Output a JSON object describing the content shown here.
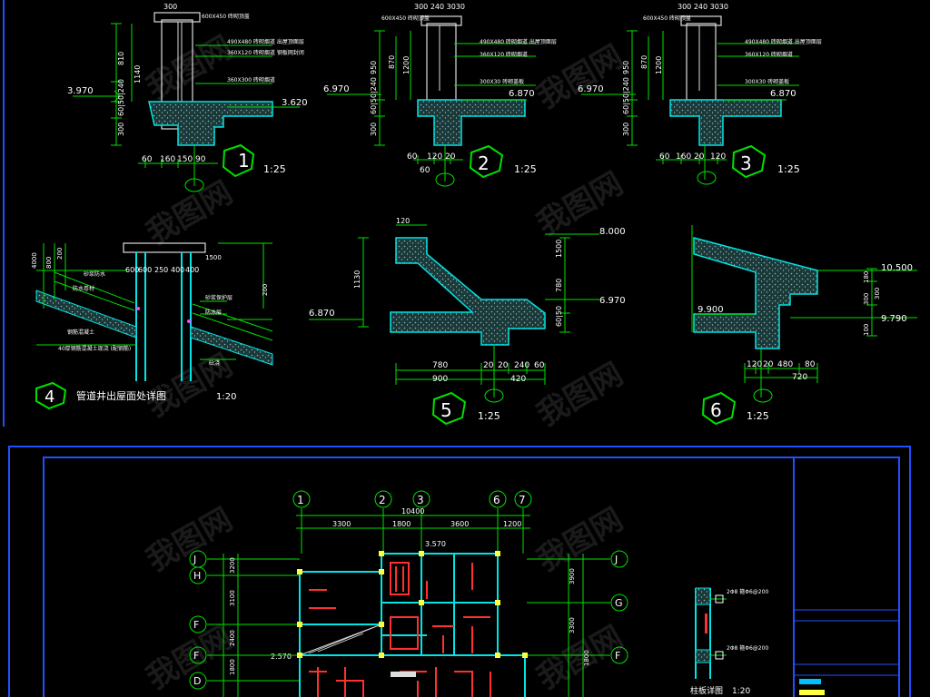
{
  "details": {
    "d1": {
      "number": "1",
      "scale": "1:25",
      "elev_left": "3.970",
      "elev_right": "3.620",
      "dims_v": [
        "810",
        "1140",
        "60|50|240",
        "300"
      ],
      "dims_h": [
        "60",
        "160",
        "150",
        "90"
      ],
      "top": "300",
      "notes": [
        "600X450 砖砌顶盖",
        "490X480 砖砌烟道 出屋顶面层",
        "360X120 砖砌烟道 钢板网封闭",
        "360X300 砖砌烟道"
      ]
    },
    "d2": {
      "number": "2",
      "scale": "1:25",
      "elev_left": "6.970",
      "elev_right": "6.870",
      "dims_v": [
        "950",
        "870",
        "1200",
        "60|50|240",
        "300"
      ],
      "dims_h": [
        "60",
        "120",
        "20"
      ],
      "dims_h2": "60",
      "top": "300 240 3030",
      "notes": [
        "600X450 砖砌顶盖",
        "490X480 砖砌烟道 出屋顶面层",
        "360X120 砖砌烟道",
        "300X30 砖砌盖板"
      ]
    },
    "d3": {
      "number": "3",
      "scale": "1:25",
      "elev_left": "6.970",
      "elev_right": "6.870",
      "dims_v": [
        "950",
        "870",
        "1200",
        "60|50|240",
        "300"
      ],
      "dims_h": [
        "60",
        "160",
        "20",
        "120"
      ],
      "top": "300 240 3030",
      "notes": [
        "600X450 砖砌顶盖",
        "490X480 砖砌烟道 出屋顶面层",
        "360X120 砖砌烟道",
        "300X30 砖砌盖板"
      ]
    },
    "d4": {
      "number": "4",
      "title": "管道井出屋面处详图",
      "scale": "1:20",
      "dims": [
        "4000",
        "800",
        "200",
        "600",
        "600",
        "250",
        "400",
        "400",
        "1500",
        "200"
      ],
      "notes": [
        "砂浆防水",
        "防水卷材",
        "钢筋混凝土",
        "砂浆保护层",
        "40厚钢筋混凝土现浇 (配钢筋)",
        "防水层",
        "砼浇"
      ]
    },
    "d5": {
      "number": "5",
      "scale": "1:25",
      "elev_top": "8.000",
      "elev_mid": "6.970",
      "elev_left": "6.870",
      "dims_top": "120",
      "dims_v": [
        "1130",
        "1500",
        "780",
        "60|50"
      ],
      "dims_h": [
        "780",
        "20",
        "20",
        "240",
        "60"
      ],
      "dims_h2": [
        "900",
        "420"
      ]
    },
    "d6": {
      "number": "6",
      "scale": "1:25",
      "elev_right_top": "10.500",
      "elev_left": "9.900",
      "elev_right_bot": "9.790",
      "dims_v": [
        "180",
        "300",
        "100",
        "300"
      ],
      "dims_h": [
        "120",
        "20",
        "480",
        "80"
      ],
      "dims_h2": "720"
    }
  },
  "plan": {
    "axes_top": [
      "1",
      "2",
      "3",
      "6",
      "7"
    ],
    "dims_top": [
      "3300",
      "1800",
      "3600",
      "1200"
    ],
    "total_top": "10400",
    "axes_left": [
      "J",
      "H",
      "F",
      "F",
      "D"
    ],
    "axes_right": [
      "J",
      "G",
      "F"
    ],
    "dims_left": [
      "3200",
      "3100",
      "2400",
      "1800"
    ],
    "dims_right": [
      "3900",
      "3300",
      "1800"
    ],
    "elev_top": "3.570",
    "elev_left": "2.570",
    "side_label": "柱板详图",
    "side_scale": "1:20",
    "side_notes": [
      "2Φ8 箍Φ6@200",
      "2Φ8 箍Φ6@200"
    ]
  },
  "watermark": "我图网",
  "colors": {
    "background": "#000000",
    "dimension": "#00e000",
    "wall": "#00e5e5",
    "rebar": "#ff3030",
    "frame": "#2050ff",
    "column": "#ffff40"
  }
}
